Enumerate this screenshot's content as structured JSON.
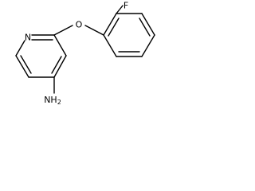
{
  "molecule": {
    "atoms": {
      "nitrogen": "N",
      "oxygen": "O",
      "fluorine": "F",
      "amine_main": "NH",
      "amine_sub": "2"
    },
    "colors": {
      "bond": "#000000",
      "label": "#000000",
      "background": "#ffffff"
    }
  }
}
